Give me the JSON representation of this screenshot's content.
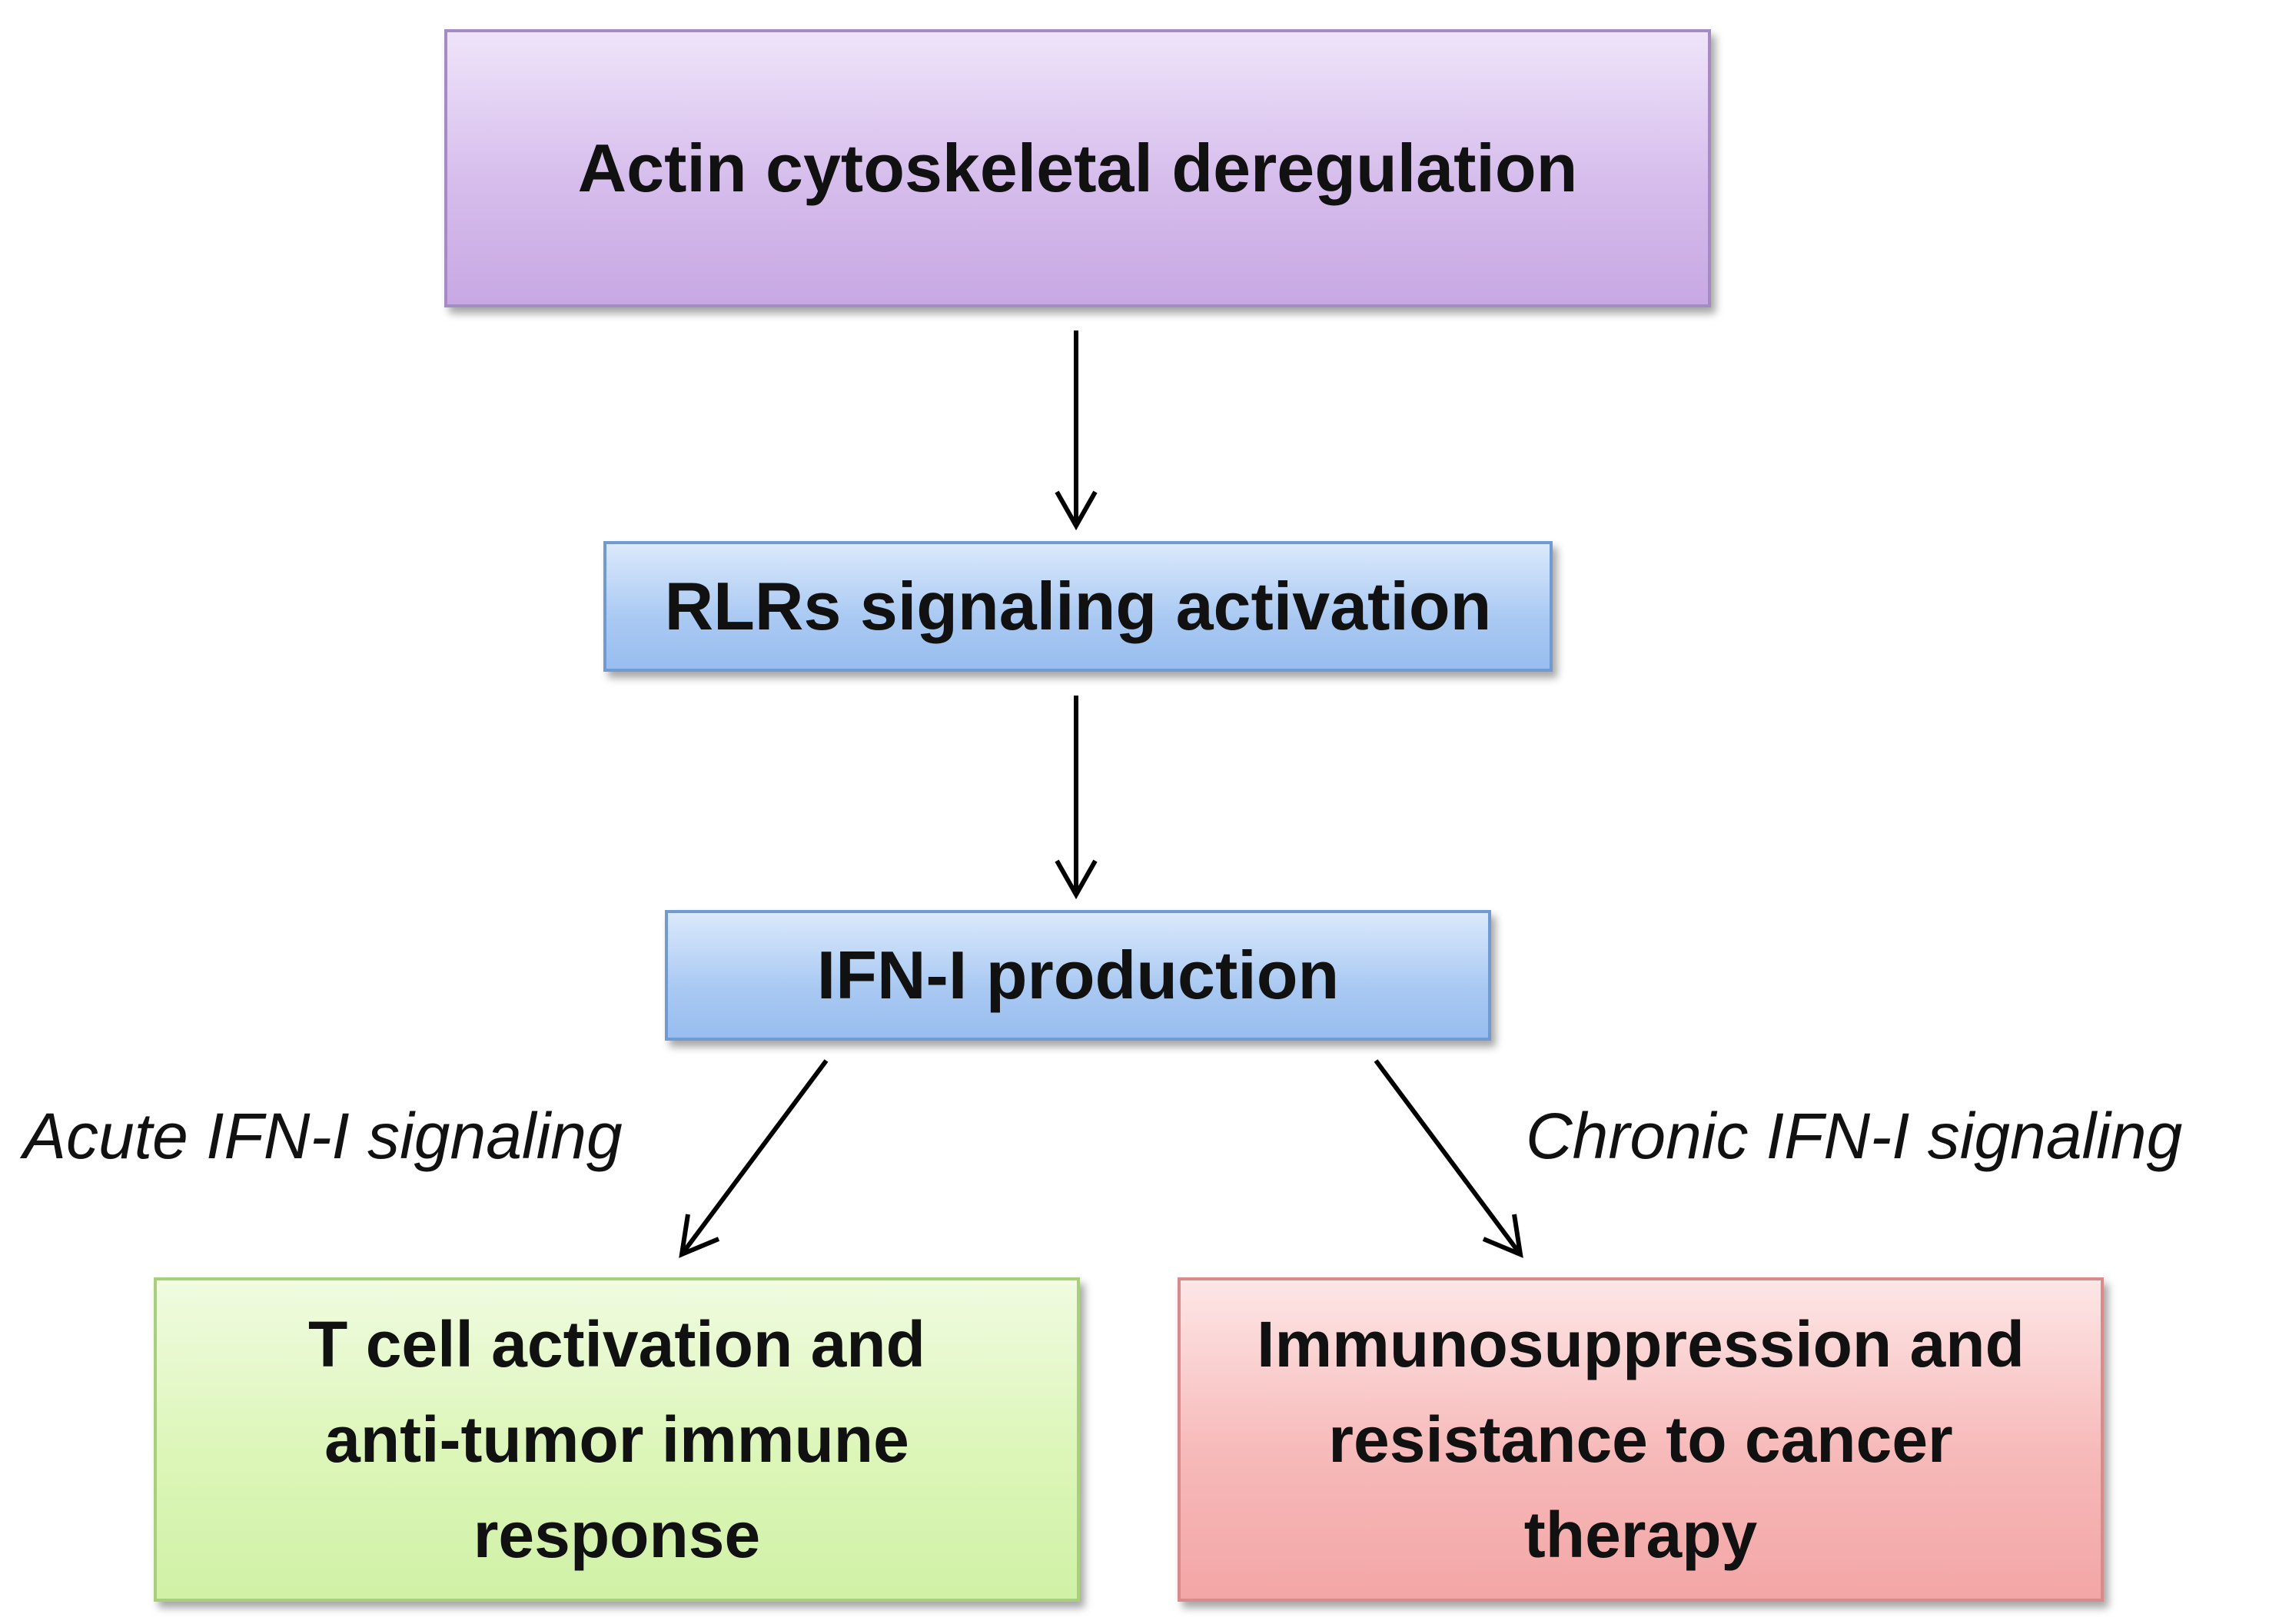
{
  "nodes": {
    "actin": "Actin cytoskeletal deregulation",
    "rlrs": "RLRs signaling activation",
    "ifn": "IFN-I production",
    "tcell": "T cell activation and\nanti-tumor immune\nresponse",
    "immuno": "Immunosuppression and\nresistance to cancer\ntherapy"
  },
  "edge_labels": {
    "acute": "Acute IFN-I signaling",
    "chronic": "Chronic IFN-I signaling"
  },
  "colors": {
    "actin_fill": "#d6bdec",
    "signal_fill": "#a9c9f2",
    "tcell_fill": "#dcf6b8",
    "immuno_fill": "#f7b9b9",
    "arrow": "#000000"
  }
}
